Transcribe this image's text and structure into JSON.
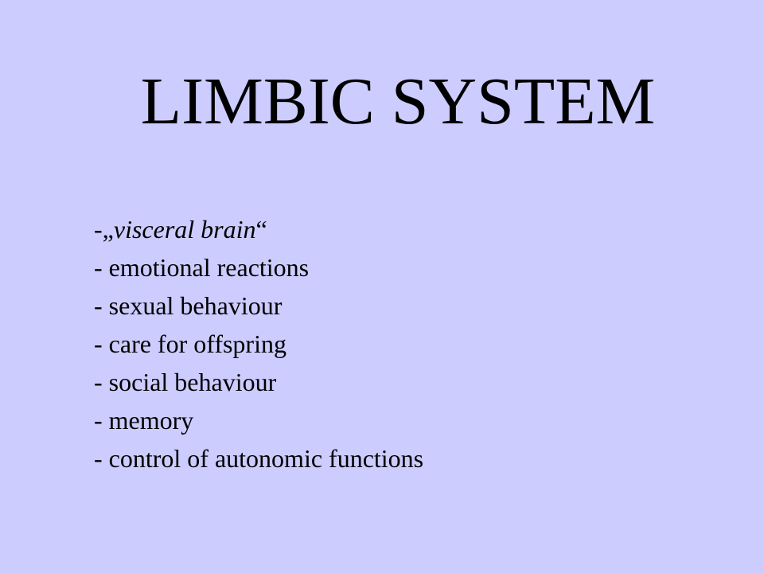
{
  "slide": {
    "title": "LIMBIC SYSTEM",
    "first_item": {
      "prefix": "-",
      "open_quote": "„",
      "emphasis": "visceral brain",
      "close_quote": "“"
    },
    "items": [
      "- emotional reactions",
      "- sexual behaviour",
      "- care for offspring",
      "- social behaviour",
      "- memory",
      "- control of autonomic functions"
    ],
    "colors": {
      "background": "#ccccff",
      "text": "#000000"
    }
  }
}
